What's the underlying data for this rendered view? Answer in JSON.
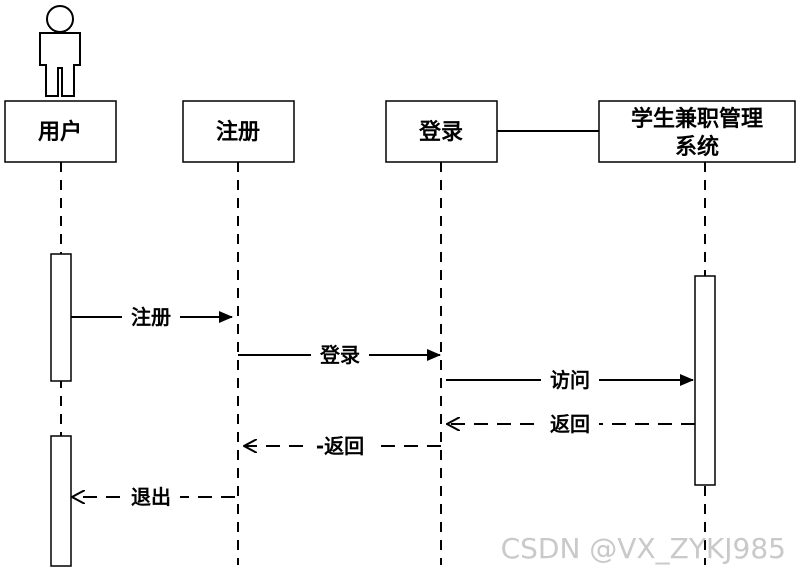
{
  "participants": [
    {
      "label_lines": [
        "用户"
      ]
    },
    {
      "label_lines": [
        "注册"
      ]
    },
    {
      "label_lines": [
        "登录"
      ]
    },
    {
      "label_lines": [
        "学生兼职管理",
        "系统"
      ]
    }
  ],
  "messages": [
    {
      "label": "注册",
      "style": "solid"
    },
    {
      "label": "登录",
      "style": "solid"
    },
    {
      "label": "访问",
      "style": "solid"
    },
    {
      "label": "返回",
      "style": "dashed"
    },
    {
      "label": "-返回",
      "style": "dashed"
    },
    {
      "label": "退出",
      "style": "dashed"
    }
  ],
  "watermark": "CSDN @VX_ZYKJ985"
}
